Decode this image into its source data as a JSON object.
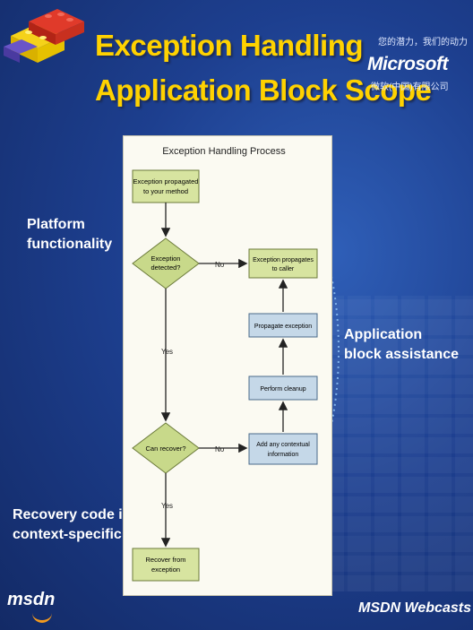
{
  "title": {
    "line1": "Exception Handling",
    "line2": "Application Block Scope"
  },
  "microsoft": {
    "tagline": "您的潜力，我们的动力",
    "logo": "Microsoft",
    "sub": "微软(中国)有限公司"
  },
  "labels": {
    "platform": [
      "Platform",
      "functionality"
    ],
    "app_block": [
      "Application",
      "block assistance"
    ],
    "recovery": [
      "Recovery code is",
      "context-specific"
    ]
  },
  "diagram": {
    "title": "Exception Handling Process",
    "start": [
      "Exception propagated",
      "to your method"
    ],
    "detected": [
      "Exception",
      "detected?"
    ],
    "can_recover": "Can recover?",
    "recover_from": [
      "Recover from",
      "exception"
    ],
    "propagates_caller": [
      "Exception propagates",
      "to caller"
    ],
    "propagate_exception": "Propagate exception",
    "perform_cleanup": "Perform cleanup",
    "add_info": [
      "Add any contextual",
      "information"
    ],
    "no1": "No",
    "no2": "No",
    "yes1": "Yes",
    "yes2": "Yes"
  },
  "footer": {
    "msdn": "msdn",
    "webcasts": "MSDN Webcasts"
  },
  "colors": {
    "title": "#ffd200",
    "box_green": "#d7e4a0",
    "box_blue": "#c5d8e8",
    "diamond": "#c8d98a"
  }
}
